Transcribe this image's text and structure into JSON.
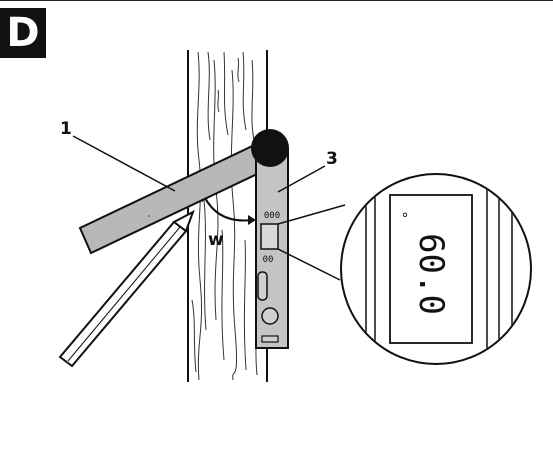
{
  "figure": {
    "panel_letter": "D",
    "callouts": {
      "one": "1",
      "three": "3",
      "angle": "w"
    },
    "tool_display": {
      "top_digits": "000",
      "bottom_digits": "00"
    },
    "magnified_display": {
      "reading": "60.0",
      "unit_symbol": "°"
    }
  }
}
